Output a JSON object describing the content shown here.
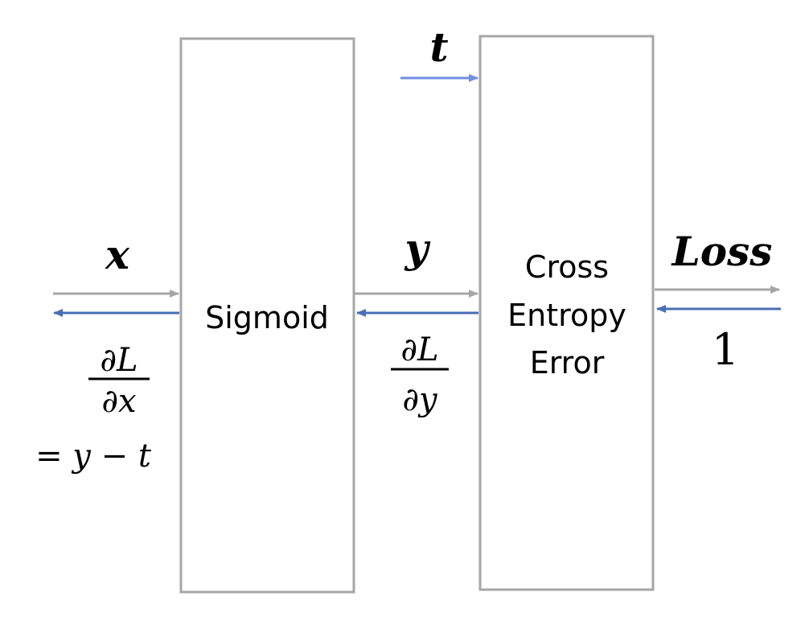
{
  "blocks": {
    "sigmoid_label": "Sigmoid",
    "cross_entropy_label_lines": [
      "Cross",
      "Entropy",
      "Error"
    ]
  },
  "signals": {
    "input_x": "x",
    "output_y": "y",
    "target_t": "t",
    "loss": "Loss",
    "loss_gradient": "1"
  },
  "gradients": {
    "dL_dy": {
      "numerator": "∂L",
      "denominator": "∂y"
    },
    "dL_dx": {
      "numerator": "∂L",
      "denominator": "∂x",
      "equation": "= y − t"
    }
  },
  "colors": {
    "forward_arrow": "#a6a6a6",
    "backward_arrow": "#4a6eb5",
    "target_arrow": "#6f8fe0",
    "box_border": "#a6a6a6",
    "text": "#000000"
  }
}
